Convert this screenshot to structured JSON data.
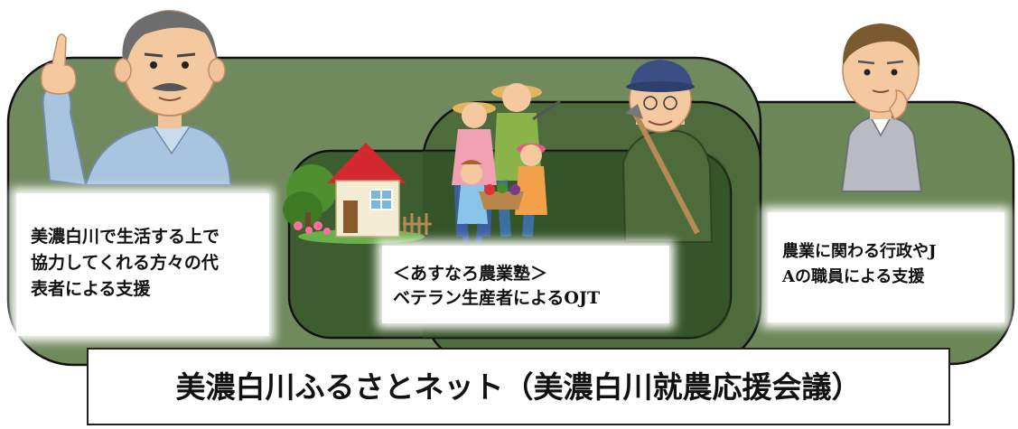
{
  "boxes": {
    "left": {
      "line1": "美濃白川で生活する上で",
      "line2": "協力してくれる方々の代",
      "line3": "表者による支援"
    },
    "center": {
      "line1": "＜あすなろ農業塾＞",
      "line2": "ベテラン生産者によるOJT"
    },
    "right": {
      "line1": "農業に関わる行政やJ",
      "line2": "Aの職員による支援"
    }
  },
  "title": "美濃白川ふるさとネット（美濃白川就農応援会議）",
  "colors": {
    "panel_outer": "#6f8a5c",
    "panel_middle": "#4c6a3b",
    "panel_inner": "#3a5a2c",
    "outline": "#111111"
  }
}
